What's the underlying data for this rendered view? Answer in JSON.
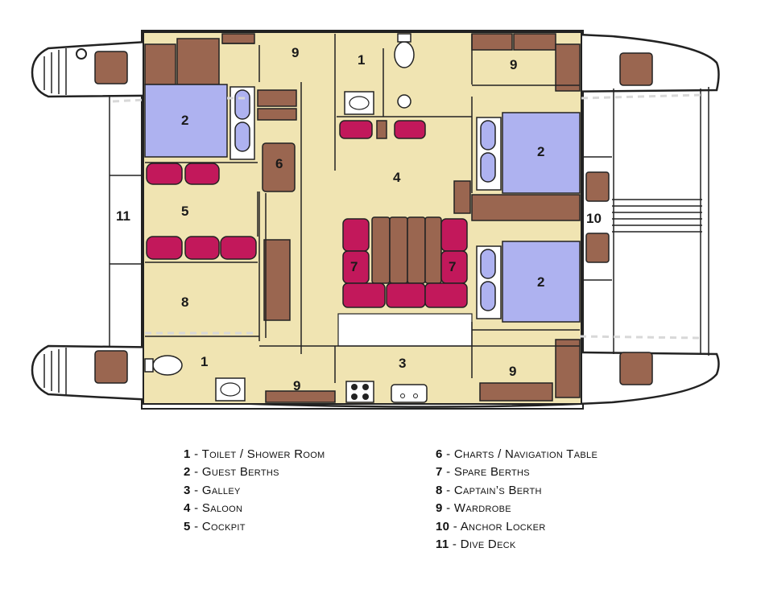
{
  "colors": {
    "hull": "#ffffff",
    "cabin": "#f0e4b2",
    "wood": "#9a6650",
    "berth": "#aeb2f0",
    "cushion": "#c2185b",
    "outline": "#222222"
  },
  "room_numbers": {
    "toilet_top": "1",
    "toilet_bottom": "1",
    "guest_top_left": "2",
    "guest_top_right": "2",
    "guest_bottom_right": "2",
    "galley": "3",
    "saloon": "4",
    "cockpit": "5",
    "charts": "6",
    "spare_left": "7",
    "spare_right": "7",
    "captain": "8",
    "wardrobe_top_left": "9",
    "wardrobe_top_right": "9",
    "wardrobe_bottom_left": "9",
    "wardrobe_bottom_right": "9",
    "anchor": "10",
    "dive": "11"
  },
  "legend": {
    "left": [
      {
        "num": "1",
        "label": "Toilet / Shower Room"
      },
      {
        "num": "2",
        "label": "Guest Berths"
      },
      {
        "num": "3",
        "label": "Galley"
      },
      {
        "num": "4",
        "label": "Saloon"
      },
      {
        "num": "5",
        "label": "Cockpit"
      }
    ],
    "right": [
      {
        "num": "6",
        "label": "Charts / Navigation Table"
      },
      {
        "num": "7",
        "label": "Spare Berths"
      },
      {
        "num": "8",
        "label": "Captain’s Berth"
      },
      {
        "num": "9",
        "label": "Wardrobe"
      },
      {
        "num": "10",
        "label": "Anchor Locker"
      },
      {
        "num": "11",
        "label": "Dive Deck"
      }
    ]
  }
}
